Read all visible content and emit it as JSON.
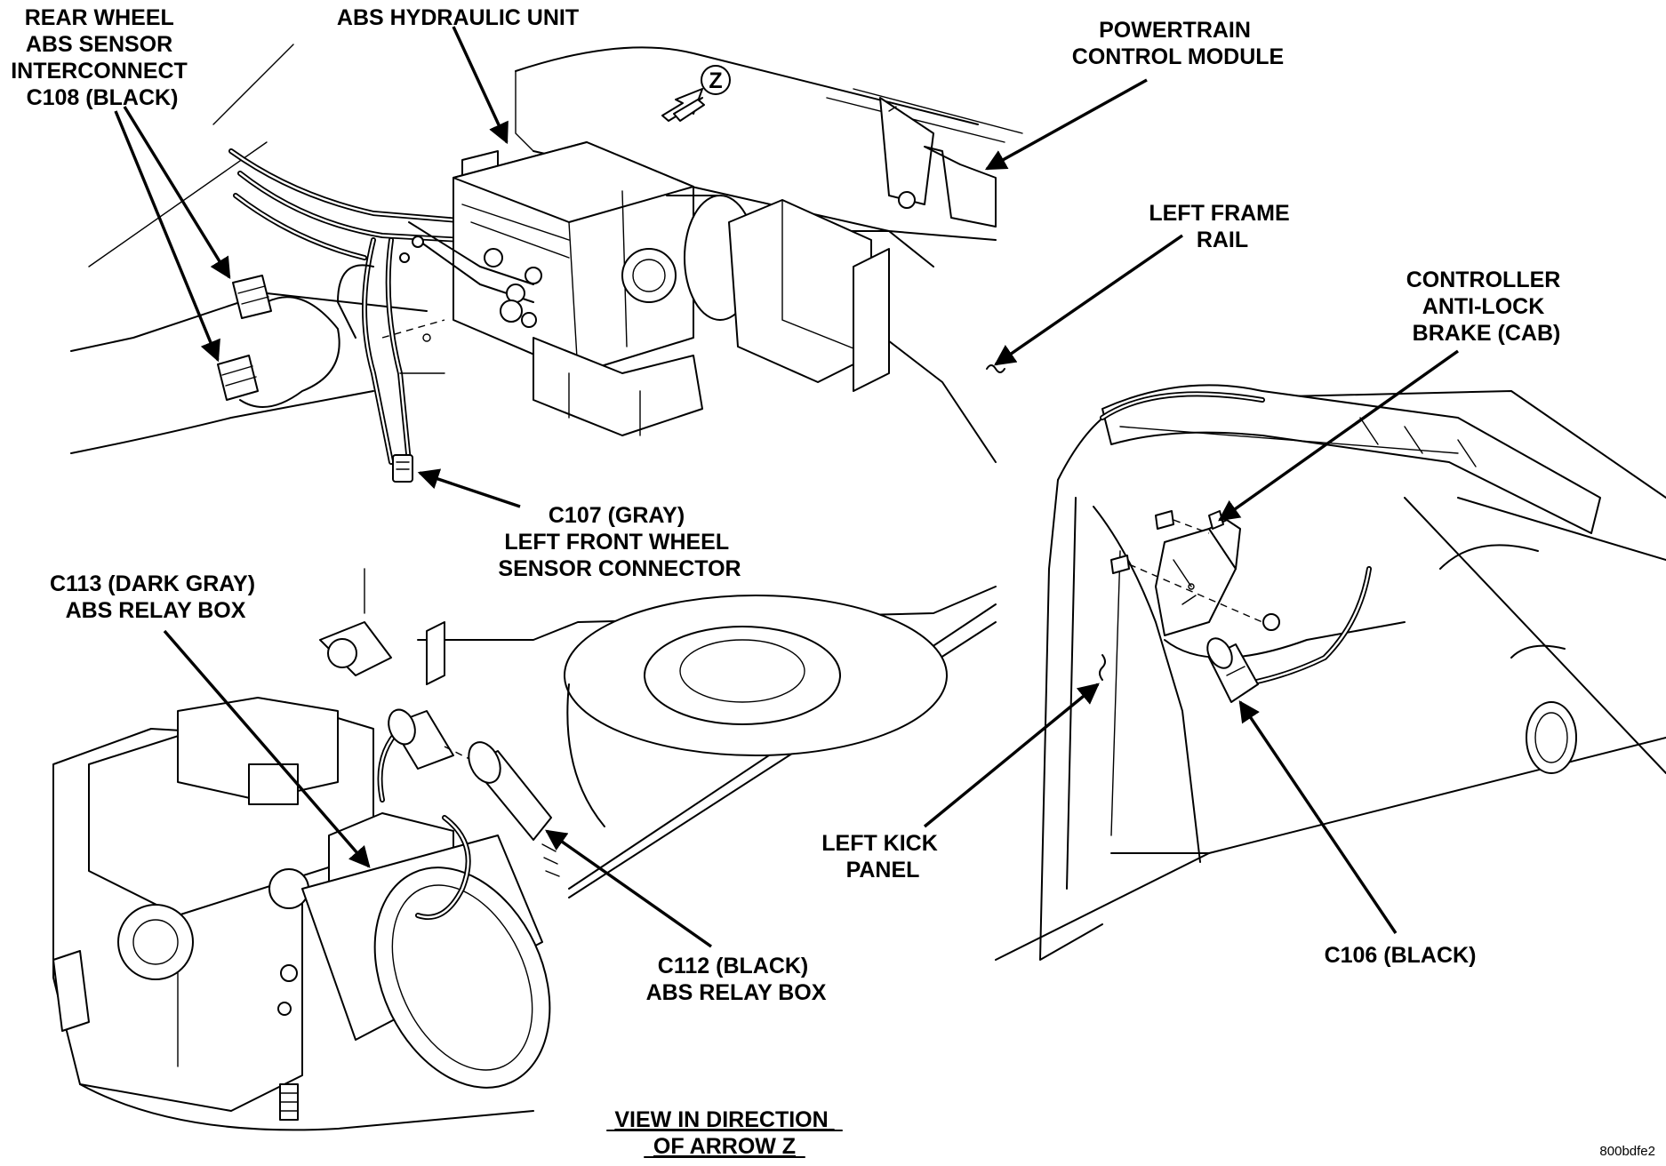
{
  "labels": {
    "rear_wheel_sensor": [
      "REAR WHEEL",
      "ABS SENSOR",
      "INTERCONNECT",
      "C108 (BLACK)"
    ],
    "abs_hydraulic_unit": [
      "ABS HYDRAULIC UNIT"
    ],
    "powertrain_control_module": [
      "POWERTRAIN",
      "CONTROL MODULE"
    ],
    "left_frame_rail": [
      "LEFT FRAME",
      "RAIL"
    ],
    "controller_anti_lock_brake": [
      "CONTROLLER",
      "ANTI-LOCK",
      "BRAKE (CAB)"
    ],
    "c107": [
      "C107 (GRAY)",
      "LEFT FRONT WHEEL",
      "SENSOR CONNECTOR"
    ],
    "c113": [
      "C113 (DARK GRAY)",
      "ABS RELAY BOX"
    ],
    "c112": [
      "C112 (BLACK)",
      "ABS RELAY BOX"
    ],
    "left_kick_panel": [
      "LEFT KICK",
      "PANEL"
    ],
    "c106": [
      "C106 (BLACK)"
    ],
    "view_direction": [
      "VIEW IN DIRECTION",
      "OF ARROW Z"
    ],
    "arrow_z": "Z",
    "figure_code": "800bdfe2"
  }
}
